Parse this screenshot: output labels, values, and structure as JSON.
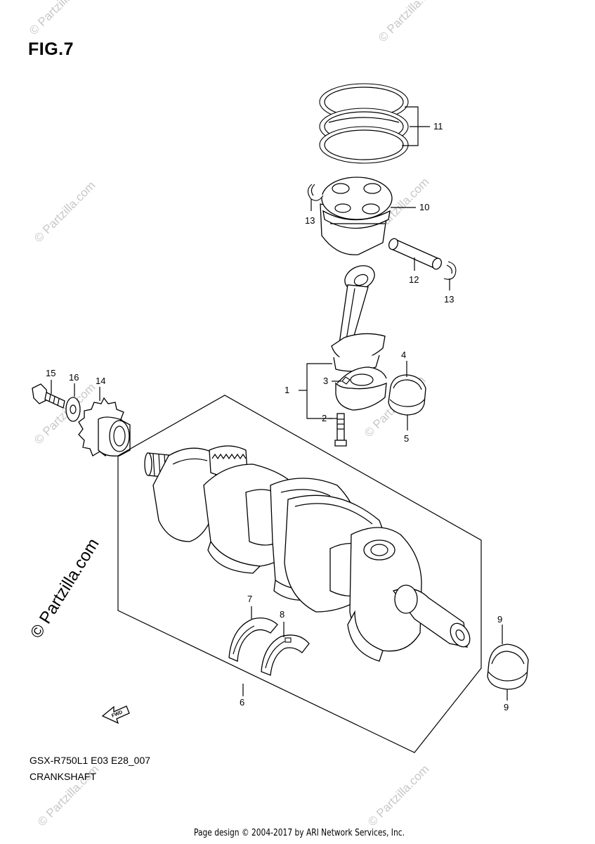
{
  "figure": {
    "title": "FIG.7"
  },
  "drawing": {
    "code": "GSX-R750L1 E03 E28_007",
    "name": "CRANKSHAFT"
  },
  "footer": {
    "text": "Page design © 2004-2017 by ARI Network Services, Inc."
  },
  "watermark": {
    "text": "© Partzilla.com",
    "small_text": "© Partzilla.com"
  },
  "fwd_arrow": {
    "label": "FWD"
  },
  "callouts": {
    "c1": "1",
    "c2": "2",
    "c3": "3",
    "c4": "4",
    "c5": "5",
    "c6": "6",
    "c7": "7",
    "c8": "8",
    "c9a": "9",
    "c9b": "9",
    "c10": "10",
    "c11": "11",
    "c12": "12",
    "c13a": "13",
    "c13b": "13",
    "c14": "14",
    "c15": "15",
    "c16": "16"
  },
  "colors": {
    "line": "#000000",
    "watermark": "#c8c8c8",
    "background": "#ffffff"
  }
}
